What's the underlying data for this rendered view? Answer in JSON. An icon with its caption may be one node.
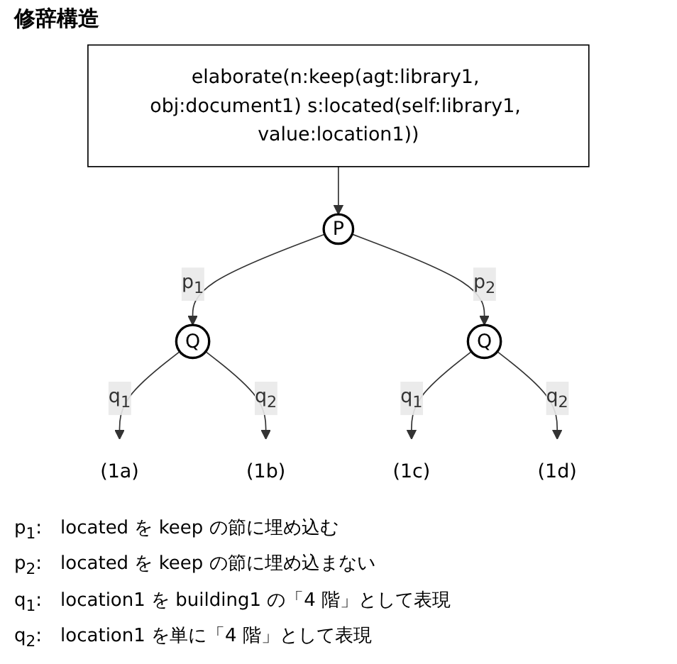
{
  "diagram": {
    "title": "修辞構造",
    "nodes": [
      {
        "text": [
          "elaborate(n:keep(agt:library1, obj:document1) s:located(self:library1, value:location1))"
        ]
      },
      {
        "text": [
          "P"
        ]
      },
      {
        "text": [
          "Q"
        ]
      },
      {
        "text": [
          "Q"
        ]
      },
      {
        "text": [
          "(1a)"
        ]
      },
      {
        "text": [
          "(1b)"
        ]
      },
      {
        "text": [
          "(1c)"
        ]
      },
      {
        "text": [
          "(1d)"
        ]
      }
    ],
    "edges": [
      {
        "from": 0,
        "to": 1,
        "arrow": "to"
      },
      {
        "from": 1,
        "to": 2,
        "arrow": "to",
        "label": "p$_{1}$"
      },
      {
        "from": 1,
        "to": 3,
        "arrow": "to",
        "label": "p$_{2}$"
      },
      {
        "from": 2,
        "to": 4,
        "arrow": "to",
        "label": "q$_{1}$"
      },
      {
        "from": 2,
        "to": 5,
        "arrow": "to",
        "label": "q$_{2}$"
      },
      {
        "from": 3,
        "to": 6,
        "arrow": "to",
        "label": "q$_{1}$"
      },
      {
        "from": 3,
        "to": 7,
        "arrow": "to",
        "label": "q$_{2}$"
      }
    ],
    "labels": [
      "p$_{1}$:　located を keep の節に埋め込む",
      "p$_{2}$:　located を keep の節に埋め込まない",
      "q$_{1}$:　location1 を building1 の「4 階」として表現",
      "q$_{2}$:　location1 を単に「4 階」として表現"
    ]
  }
}
